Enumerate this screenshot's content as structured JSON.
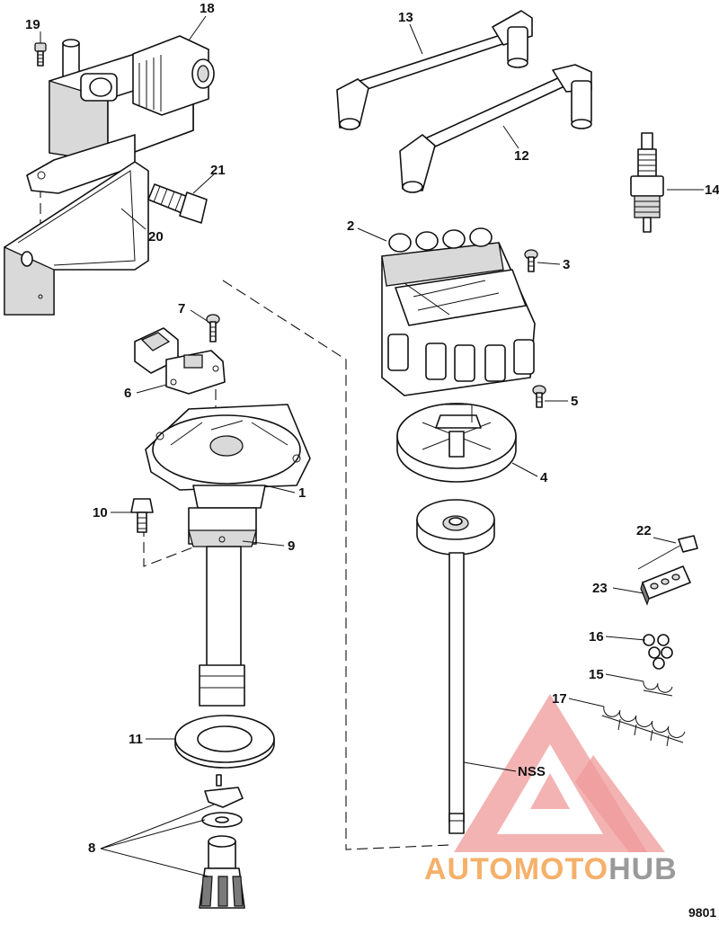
{
  "callouts": {
    "c1": "1",
    "c2": "2",
    "c3": "3",
    "c4": "4",
    "c5": "5",
    "c6": "6",
    "c7": "7",
    "c8": "8",
    "c9": "9",
    "c10": "10",
    "c11": "11",
    "c12": "12",
    "c13": "13",
    "c14": "14",
    "c15": "15",
    "c16": "16",
    "c17": "17",
    "c18": "18",
    "c19": "19",
    "c20": "20",
    "c21": "21",
    "c22": "22",
    "c23": "23",
    "nss": "NSS"
  },
  "figure_code": "9801",
  "watermark": {
    "part1": "AUTOMOTO",
    "part2": "HUB",
    "color1": "#f5b06a",
    "color2": "#9a9a9a",
    "logo_color": "#ef9a9a"
  }
}
